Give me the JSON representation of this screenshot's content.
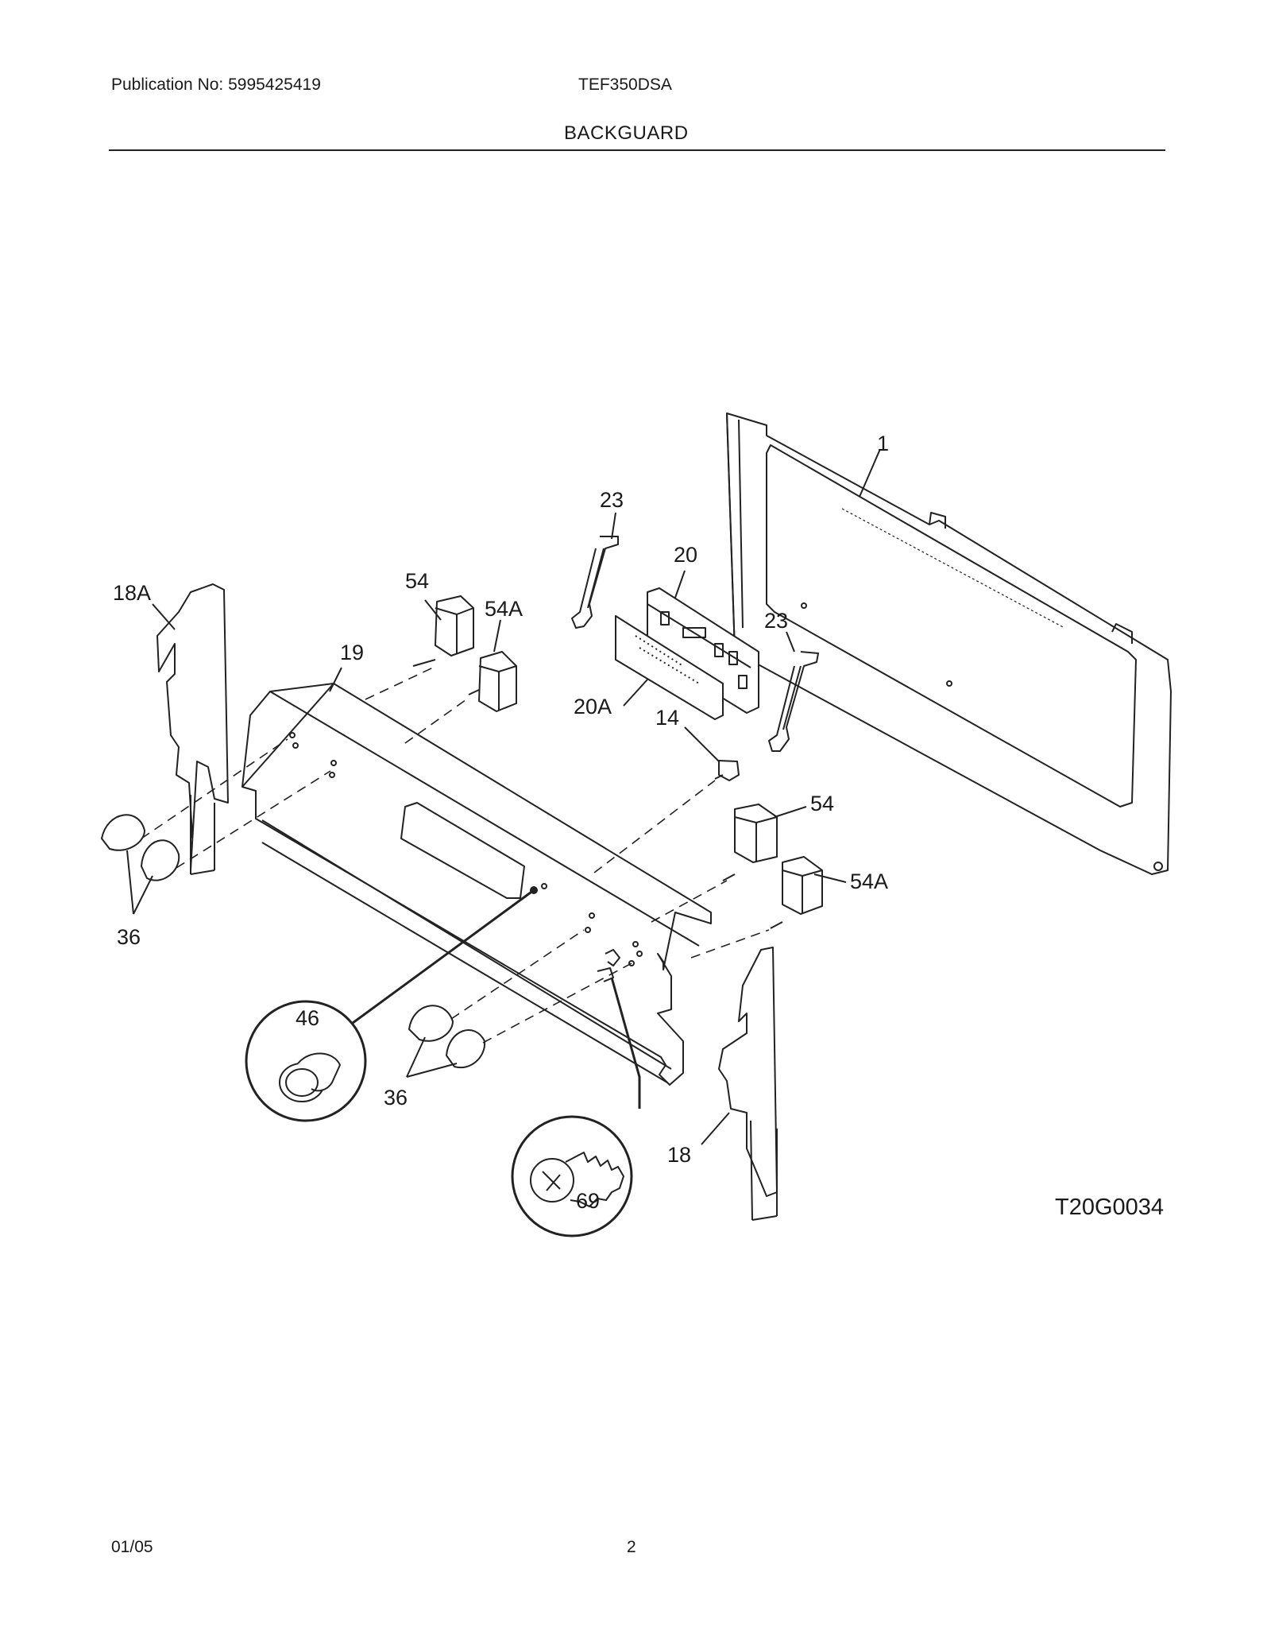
{
  "header": {
    "publication": "Publication No: 5995425419",
    "model": "TEF350DSA",
    "section": "BACKGUARD"
  },
  "diagram": {
    "code": "T20G0034",
    "callouts": {
      "c1": "1",
      "c23a": "23",
      "c23b": "23",
      "c20": "20",
      "c20a": "20A",
      "c18a": "18A",
      "c54a": "54",
      "c54Aa": "54A",
      "c19": "19",
      "c14": "14",
      "c54b": "54",
      "c54Ab": "54A",
      "c36a": "36",
      "c46": "46",
      "c36b": "36",
      "c69": "69",
      "c18": "18"
    }
  },
  "footer": {
    "date": "01/05",
    "page": "2"
  }
}
